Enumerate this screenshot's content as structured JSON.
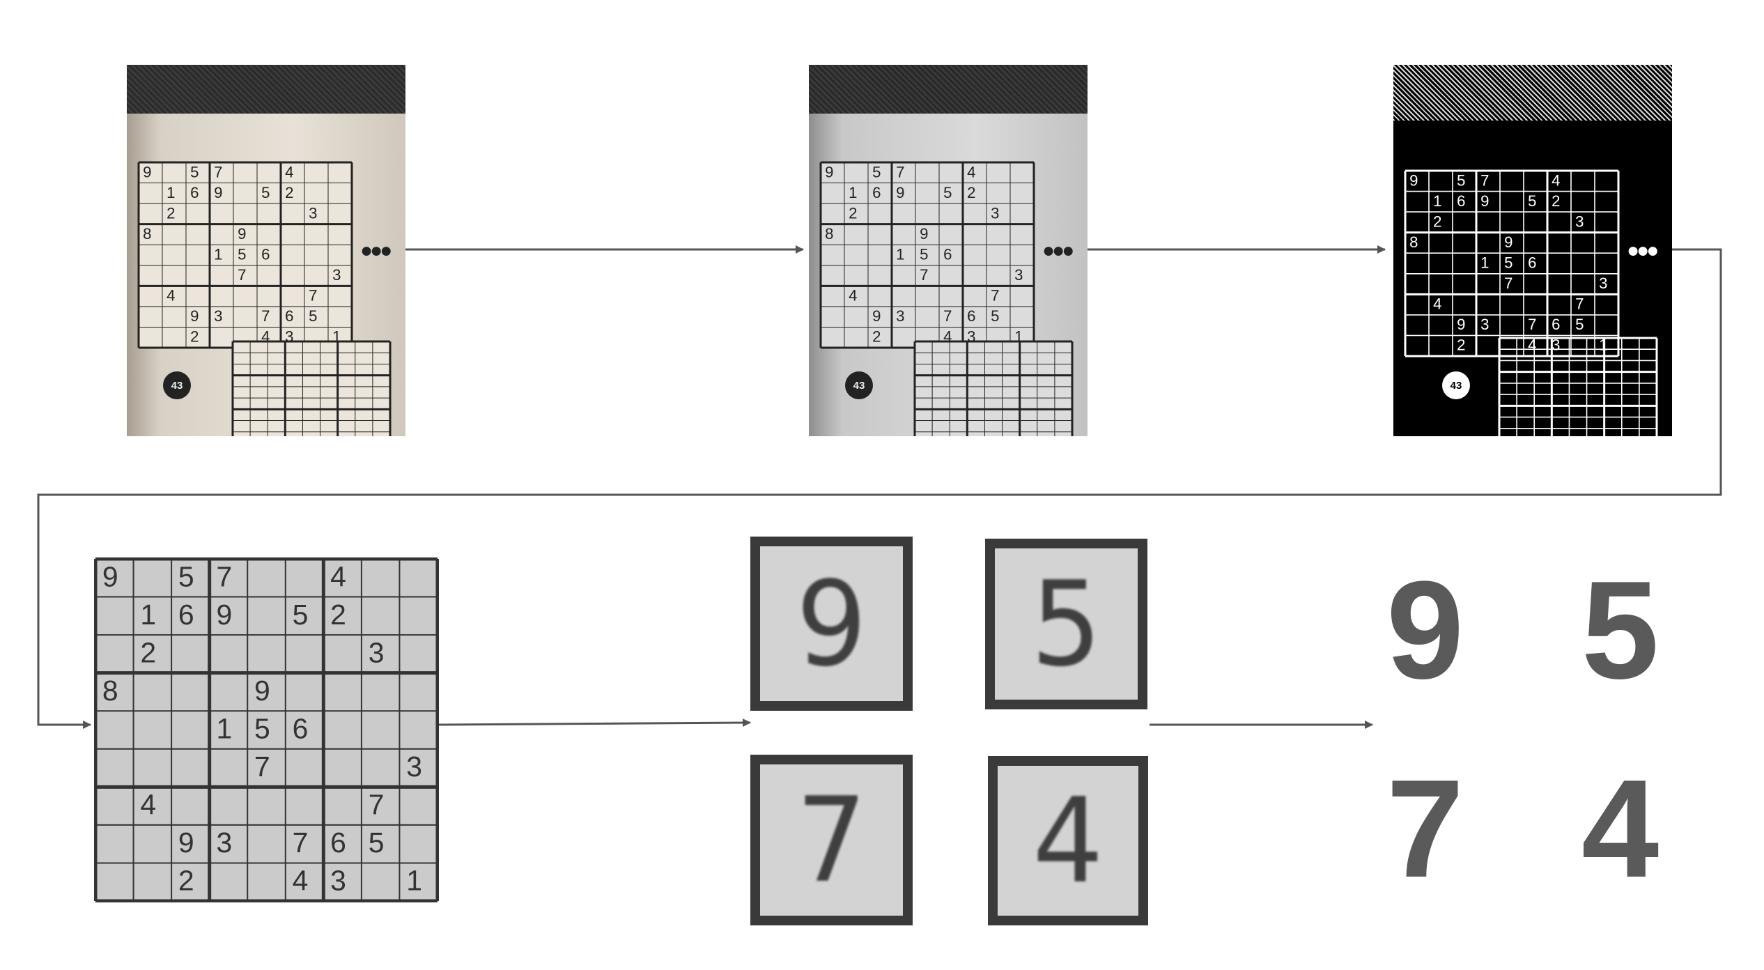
{
  "sudoku_rows": [
    [
      "9",
      "",
      "5",
      "7",
      "",
      "",
      "4",
      "",
      ""
    ],
    [
      "",
      "1",
      "6",
      "9",
      "",
      "5",
      "2",
      "",
      ""
    ],
    [
      "",
      "2",
      "",
      "",
      "",
      "",
      "",
      "3",
      ""
    ],
    [
      "8",
      "",
      "",
      "",
      "9",
      "",
      "",
      "",
      ""
    ],
    [
      "",
      "",
      "",
      "1",
      "5",
      "6",
      "",
      "",
      ""
    ],
    [
      "",
      "",
      "",
      "",
      "7",
      "",
      "",
      "",
      "3"
    ],
    [
      "",
      "4",
      "",
      "",
      "",
      "",
      "",
      "7",
      ""
    ],
    [
      "",
      "",
      "9",
      "3",
      "",
      "7",
      "6",
      "5",
      ""
    ],
    [
      "",
      "",
      "2",
      "",
      "",
      "4",
      "3",
      "",
      "1"
    ]
  ],
  "stages": {
    "original": {
      "badge": "43"
    },
    "grayscale": {
      "badge": "43"
    },
    "threshold": {
      "badge": "43"
    }
  },
  "digit_tiles": [
    "9",
    "5",
    "7",
    "4"
  ],
  "recognized_digits": [
    "9",
    "5",
    "7",
    "4"
  ],
  "colors": {
    "arrow": "#555555",
    "result": "#5a5a5a"
  }
}
